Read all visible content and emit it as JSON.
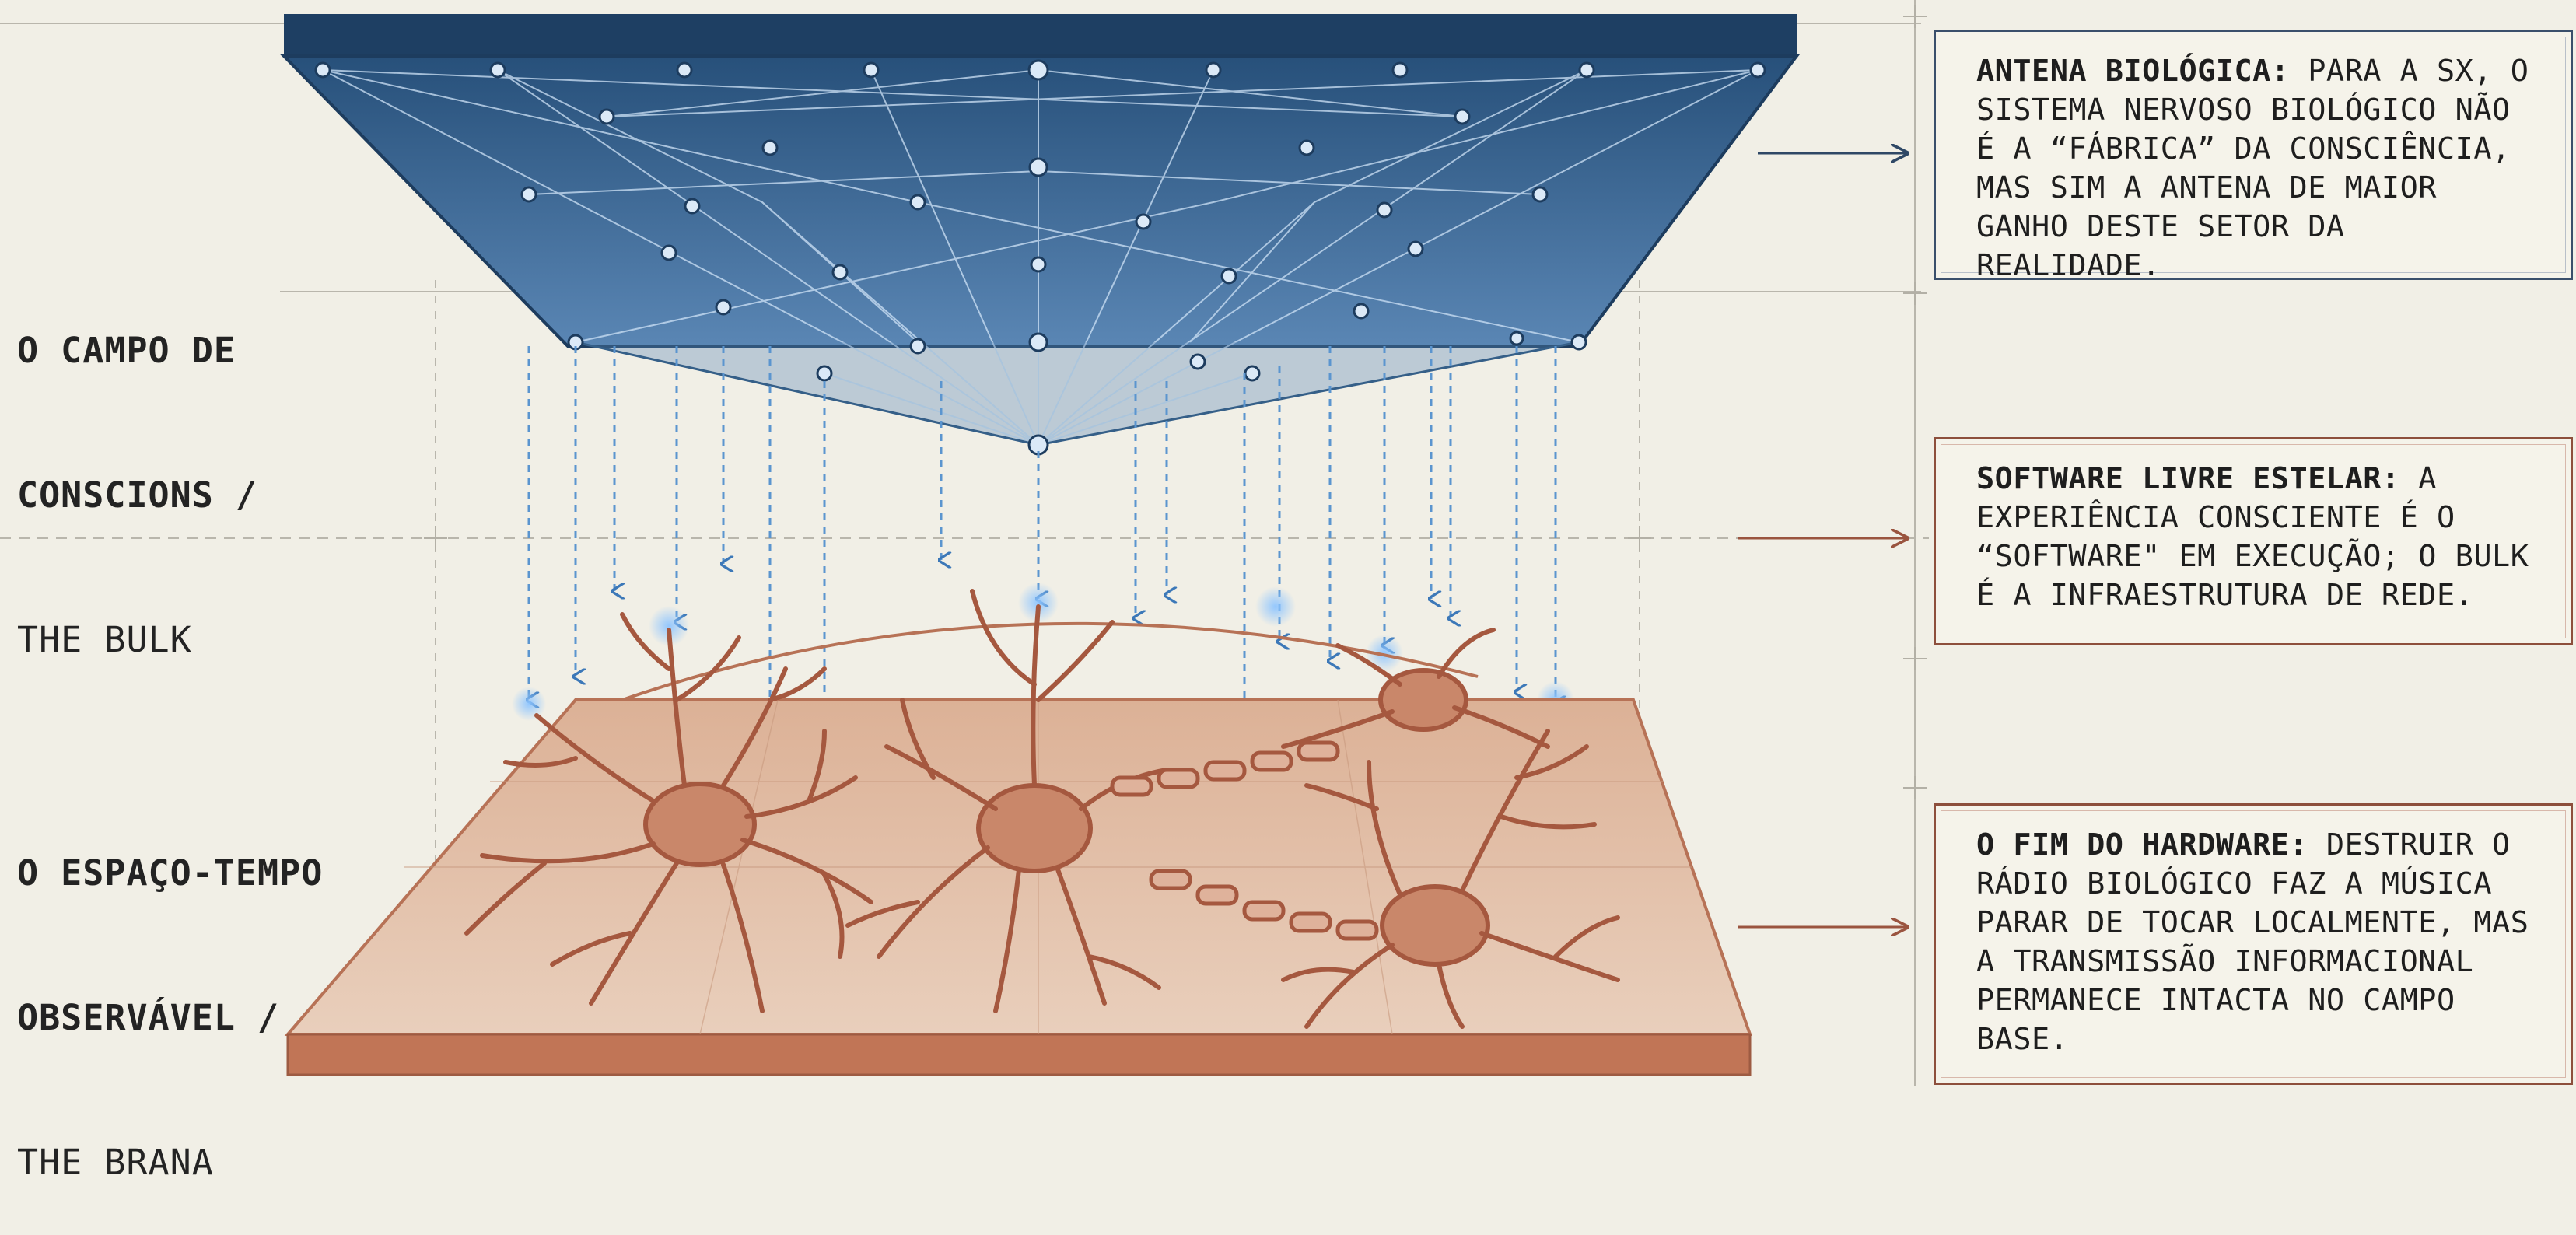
{
  "labels": {
    "bulk": {
      "line1": "O CAMPO DE",
      "line2": "CONSCIONS /",
      "line3": "THE BULK"
    },
    "brana": {
      "line1": "O ESPAÇO-TEMPO",
      "line2": "OBSERVÁVEL /",
      "line3": "THE BRANA"
    }
  },
  "notes": [
    {
      "title": "ANTENA BIOLÓGICA:",
      "text": "PARA A SX, O SISTEMA NERVOSO BIOLÓGICO NÃO É A “FÁBRICA” DA CONSCIÊNCIA, MAS SIM A ANTENA DE MAIOR GANHO DESTE SETOR DA REALIDADE."
    },
    {
      "title": "SOFTWARE LIVRE ESTELAR:",
      "text": "A EXPERIÊNCIA CONSCIENTE É O “SOFTWARE\" EM EXECUÇÃO; O BULK É A INFRAESTRUTURA DE REDE."
    },
    {
      "title": "O FIM DO HARDWARE:",
      "text": "DESTRUIR O RÁDIO BIOLÓGICO FAZ A MÚSICA PARAR DE TOCAR LOCALMENTE, MAS A TRANSMISSÃO INFORMACIONAL PERMANECE INTACTA NO CAMPO BASE."
    }
  ],
  "colors": {
    "bulk_plane": "#2c5680",
    "bulk_edge": "#1d3c5e",
    "brana_plane": "#d7a98e",
    "brana_edge": "#b77256",
    "neuron": "#a5583f",
    "signal": "#4f8fd1",
    "blue_arrow": "#2f4866",
    "red_arrow": "#9a543f"
  }
}
